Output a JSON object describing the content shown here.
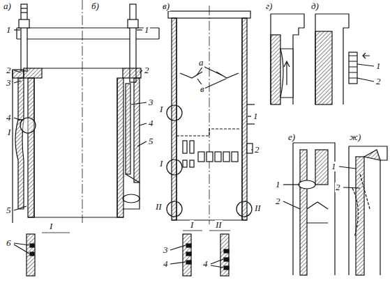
{
  "diagram": {
    "labels": [
      "а)",
      "1",
      "2",
      "3",
      "4",
      "I",
      "5",
      "I",
      "6",
      "б)",
      "1",
      "2",
      "3",
      "4",
      "5",
      "в)",
      "а",
      "в",
      "I",
      "1",
      "2",
      "I",
      "II",
      "II",
      "I",
      "II",
      "3",
      "4",
      "4",
      "г)",
      "д)",
      "1",
      "2",
      "е)",
      "1",
      "2",
      "ж)",
      "1",
      "2"
    ]
  }
}
